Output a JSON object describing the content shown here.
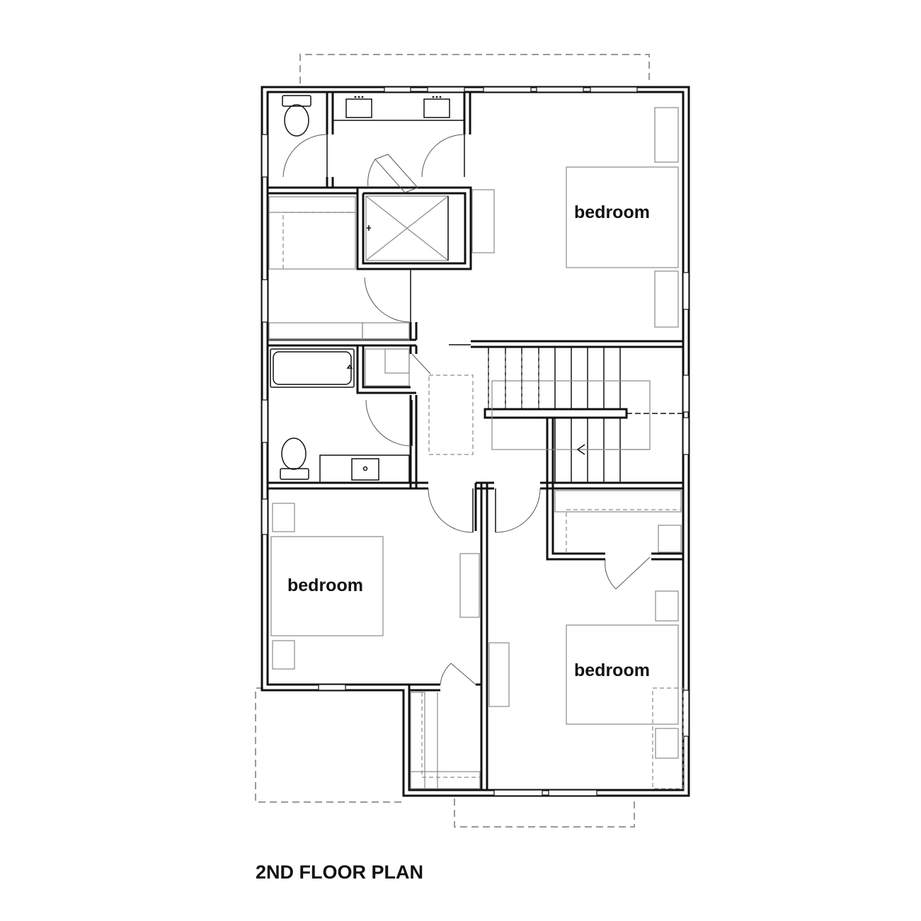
{
  "plan": {
    "title": "2ND FLOOR PLAN",
    "rooms": [
      {
        "id": "bedroom-master",
        "label": "bedroom"
      },
      {
        "id": "bedroom-left",
        "label": "bedroom"
      },
      {
        "id": "bedroom-right",
        "label": "bedroom"
      }
    ]
  },
  "colors": {
    "wall": "#111111",
    "fixture": "#8a8a8a",
    "dashed": "#9a9a9a",
    "background": "#ffffff"
  }
}
